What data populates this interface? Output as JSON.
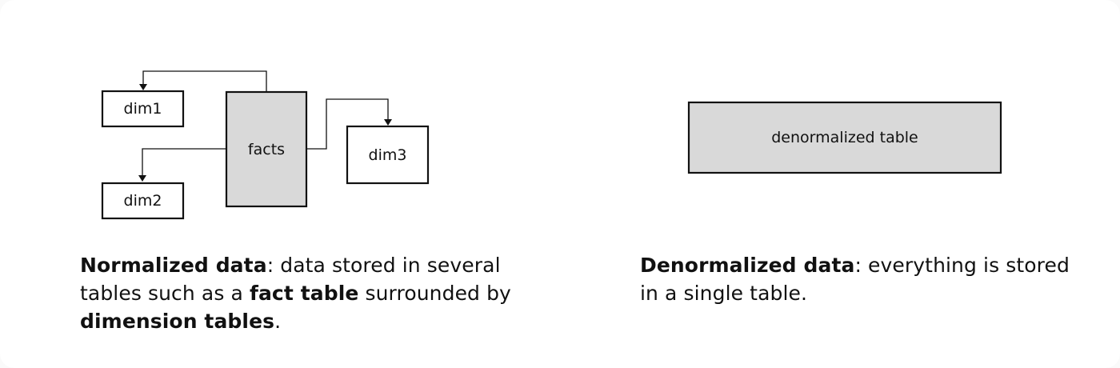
{
  "normalized": {
    "boxes": {
      "dim1": "dim1",
      "dim2": "dim2",
      "dim3": "dim3",
      "facts": "facts"
    },
    "caption": {
      "lead": "Normalized data",
      "text_1": ": data stored in several tables such as a ",
      "bold_1": "fact table",
      "text_2": " surrounded by ",
      "bold_2": "dimension tables",
      "text_3": "."
    }
  },
  "denormalized": {
    "boxes": {
      "table": "denormalized table"
    },
    "caption": {
      "lead": "Denormalized data",
      "text_1": ": everything is stored in a single table."
    }
  },
  "colors": {
    "box_fill_white": "#ffffff",
    "box_fill_gray": "#d9d9d9",
    "stroke": "#111111"
  }
}
